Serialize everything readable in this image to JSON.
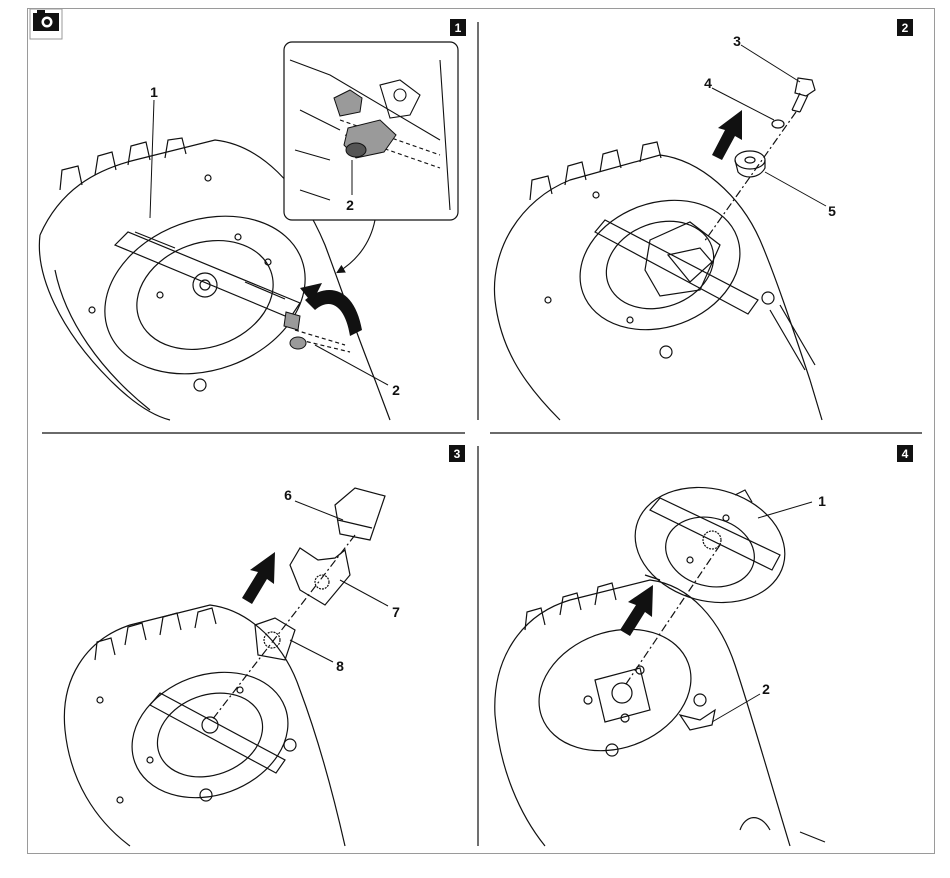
{
  "header_icon": "camera-icon",
  "panels": [
    {
      "step": "1",
      "callouts": [
        "1",
        "2",
        "2"
      ]
    },
    {
      "step": "2",
      "callouts": [
        "3",
        "4",
        "5"
      ]
    },
    {
      "step": "3",
      "callouts": [
        "6",
        "7",
        "8"
      ]
    },
    {
      "step": "4",
      "callouts": [
        "1",
        "2"
      ]
    }
  ],
  "colors": {
    "ink": "#111111",
    "part_grey": "#9a9a9a",
    "frame": "#9a9a9a"
  }
}
